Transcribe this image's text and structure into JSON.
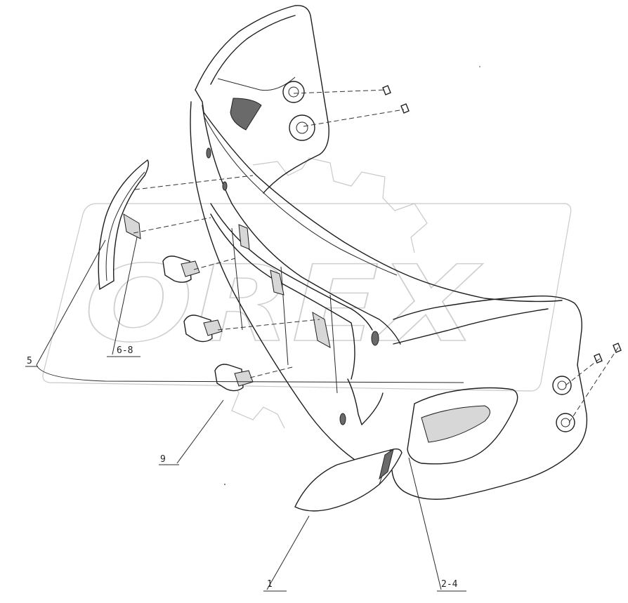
{
  "watermark": {
    "text": "OREX"
  },
  "callouts": [
    {
      "id": "c1",
      "label": "1"
    },
    {
      "id": "c2",
      "label": "2-4"
    },
    {
      "id": "c5",
      "label": "5"
    },
    {
      "id": "c6",
      "label": "6-8"
    },
    {
      "id": "c9",
      "label": "9"
    }
  ]
}
